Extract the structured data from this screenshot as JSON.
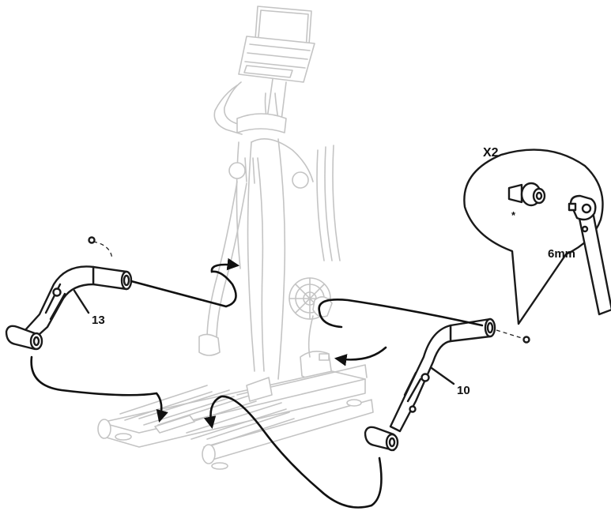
{
  "callouts": {
    "left_arm_number": "13",
    "right_arm_number": "10",
    "detail_quantity": "X2",
    "tool_size": "6mm",
    "asterisk": "*"
  }
}
